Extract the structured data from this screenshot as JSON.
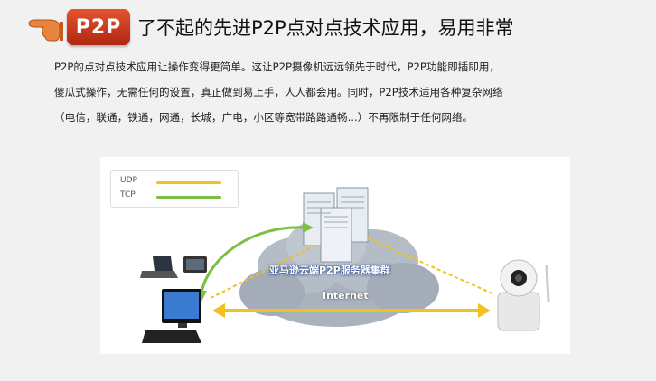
{
  "header": {
    "badge": "P2P",
    "title": "了不起的先进P2P点对点技术应用，易用非常"
  },
  "paragraph": {
    "line1": "P2P的点对点技术应用让操作变得更简单。这让P2P摄像机远远领先于时代，P2P功能即插即用，",
    "line2": "傻瓜式操作，无需任何的设置，真正做到易上手，人人都会用。同时，P2P技术适用各种复杂网络",
    "line3": "（电信，联通，铁通，网通，长城，广电，小区等宽带路路通畅...）不再限制于任何网络。"
  },
  "diagram": {
    "legend": [
      {
        "label": "UDP",
        "color": "#f0c21b"
      },
      {
        "label": "TCP",
        "color": "#7cc043"
      }
    ],
    "cloud_caption": "亚马逊云端P2P服务器集群",
    "internet_label": "Internet"
  },
  "colors": {
    "accent_red": "#c7321a",
    "udp": "#f0c21b",
    "tcp": "#7cc043",
    "cloud": "#a9b2bd"
  }
}
